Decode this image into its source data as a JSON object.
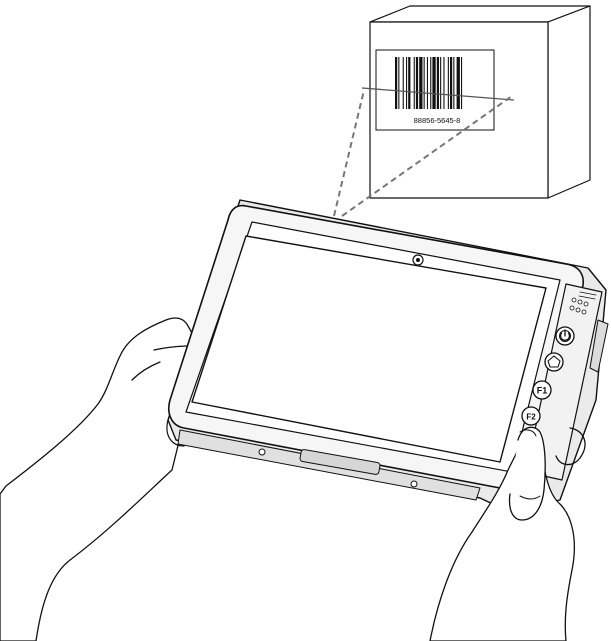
{
  "figure": {
    "barcode_number": "88856-5645-8",
    "camera_button_label": "F2",
    "function_button_label": "F1"
  },
  "colors": {
    "line": "#111111",
    "scan_line": "#555555",
    "beam": "#777777",
    "background": "#ffffff"
  }
}
